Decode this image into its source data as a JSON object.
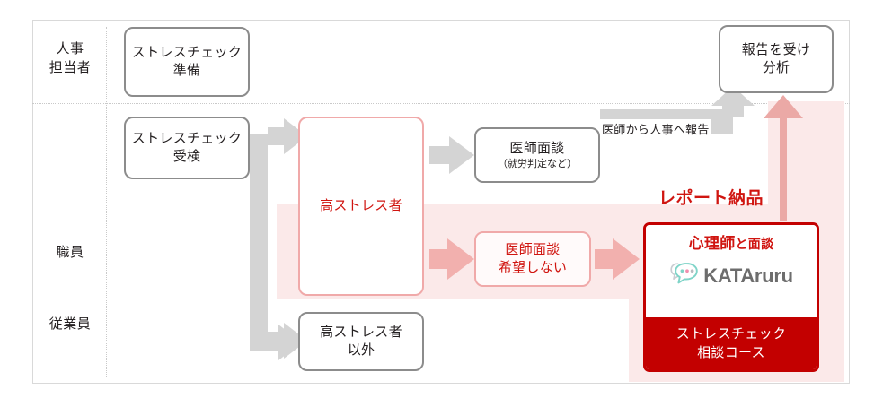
{
  "lanes": {
    "hr": "人事\n担当者",
    "employee_line1": "職員",
    "employee_line2": "従業員"
  },
  "nodes": {
    "prepare": {
      "line1": "ストレスチェック",
      "line2": "準備"
    },
    "take_test": {
      "line1": "ストレスチェック",
      "line2": "受検"
    },
    "high_stress": {
      "label": "高ストレス者"
    },
    "doctor_interview": {
      "line1": "医師面談",
      "line2": "（就労判定など）"
    },
    "no_wish": {
      "line1": "医師面談",
      "line2": "希望しない"
    },
    "non_high_stress": {
      "line1": "高ストレス者",
      "line2": "以外"
    },
    "receive_report": {
      "line1": "報告を受け",
      "line2": "分析"
    }
  },
  "kataruru": {
    "title_strong": "心理師",
    "title_rest": "と面談",
    "wordmark": "KATAruru",
    "course_line1": "ストレスチェック",
    "course_line2": "相談コース",
    "logo_icon": "speech-bubbles-icon"
  },
  "labels": {
    "doctor_to_hr": "医師から人事へ報告",
    "report_delivery": "レポート納品"
  },
  "colors": {
    "gray_arrow": "#d4d4d4",
    "pink_arrow": "#f2b0ae",
    "pink_band": "#fbe9e9",
    "brand_red": "#c30000",
    "text_red": "#d01510",
    "node_border": "#8c8c8c",
    "pink_border": "#f0a9a9",
    "logo_teal": "#7fd4c8",
    "logo_pink": "#f08fae",
    "logo_gray": "#b9bcc0",
    "wordmark_gray": "#6d6d6d"
  },
  "arrows": [
    {
      "name": "take-test-to-high-stress",
      "color": "gray"
    },
    {
      "name": "take-test-to-non-high-stress",
      "color": "gray"
    },
    {
      "name": "high-stress-to-doctor-interview",
      "color": "gray"
    },
    {
      "name": "doctor-interview-to-receive-report",
      "color": "gray"
    },
    {
      "name": "high-stress-to-no-wish",
      "color": "pink"
    },
    {
      "name": "no-wish-to-kataruru",
      "color": "pink"
    },
    {
      "name": "kataruru-to-receive-report",
      "color": "pink"
    }
  ]
}
